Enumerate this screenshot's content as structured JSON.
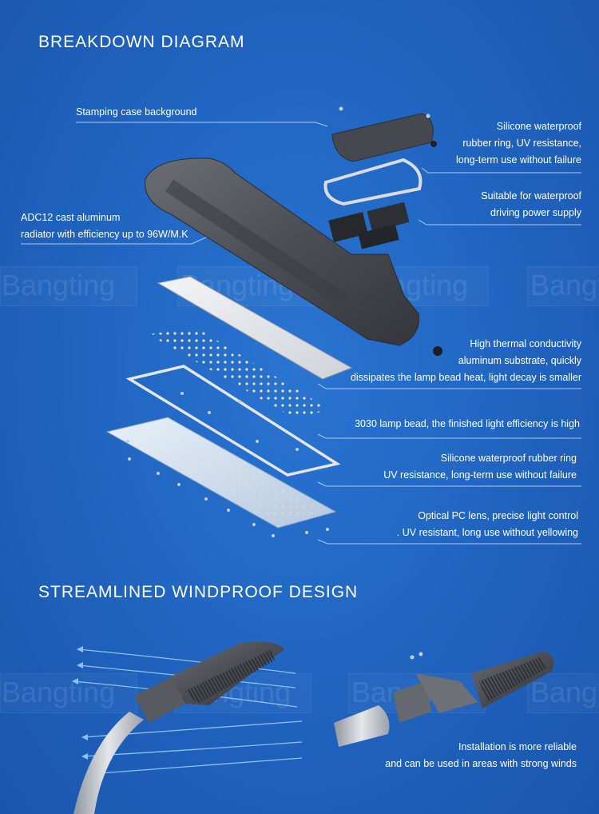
{
  "sections": {
    "breakdown_title": "BREAKDOWN DIAGRAM",
    "windproof_title": "STREAMLINED WINDPROOF DESIGN"
  },
  "watermark": "Bangting",
  "callouts": {
    "stamping_case": "Stamping case background",
    "radiator": {
      "line1": "ADC12 cast aluminum",
      "line2": "radiator with efficiency up to 96W/M.K"
    },
    "silicone_ring_top": {
      "line1": "Silicone waterproof",
      "line2": "rubber ring, UV resistance,",
      "line3": "long-term use without failure"
    },
    "power_supply": {
      "line1": "Suitable for waterproof",
      "line2": "driving power supply"
    },
    "aluminum_substrate": {
      "line1": "High thermal conductivity",
      "line2": "aluminum substrate, quickly",
      "line3": "dissipates the lamp bead heat, light decay is smaller"
    },
    "lamp_bead": "3030 lamp bead, the finished light efficiency is high",
    "silicone_ring_bottom": {
      "line1": "Silicone waterproof rubber ring",
      "line2": "UV resistance, long-term use without failure"
    },
    "lens": {
      "line1": "Optical PC lens, precise light control",
      "line2": ". UV resistant, long use without yellowing"
    },
    "installation": {
      "line1": "Installation is more reliable",
      "line2": "and can be used in areas with strong winds"
    }
  }
}
